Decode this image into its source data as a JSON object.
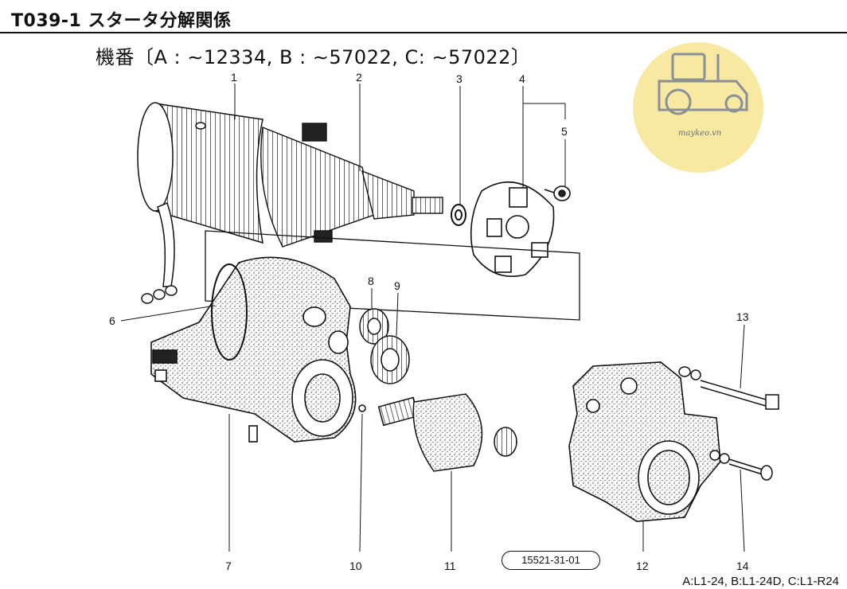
{
  "header": {
    "title": "T039-1 スタータ分解関係",
    "serial_line": "機番〔A : ∼12334, B : ∼57022, C: ∼57022〕"
  },
  "diagram": {
    "parts": [
      {
        "id": "1"
      },
      {
        "id": "2"
      },
      {
        "id": "3"
      },
      {
        "id": "4"
      },
      {
        "id": "5"
      },
      {
        "id": "6"
      },
      {
        "id": "7"
      },
      {
        "id": "8"
      },
      {
        "id": "9"
      },
      {
        "id": "10"
      },
      {
        "id": "11"
      },
      {
        "id": "12"
      },
      {
        "id": "13"
      },
      {
        "id": "14"
      }
    ],
    "drawing_code": "15521-31-01",
    "model_note": "A:L1-24, B:L1-24D, C:L1-R24"
  },
  "watermark": {
    "text": "maykeo.vn",
    "circle_color": "#f7e9a2",
    "icon": "tractor-icon"
  }
}
